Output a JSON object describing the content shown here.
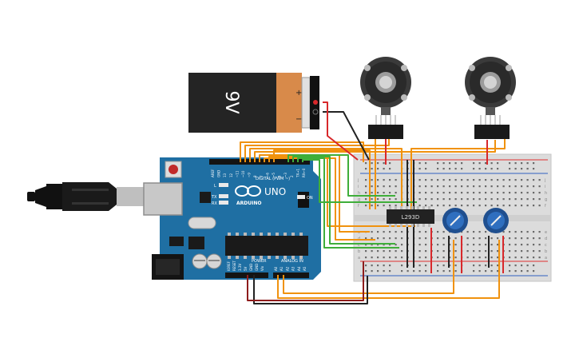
{
  "battery": {
    "label": "9V",
    "plus": "+",
    "minus": "−"
  },
  "arduino": {
    "model": "UNO",
    "brand": "ARDUINO",
    "digital_header": "DIGITAL (PWM ~)",
    "power_header": "POWER",
    "analog_header": "ANALOG IN",
    "led_labels": [
      "L",
      "TX",
      "RX"
    ],
    "on_label": "ON",
    "digital_pins": [
      "AREF",
      "GND",
      "13",
      "12",
      "~11",
      "~10",
      "~9",
      "8",
      "7",
      "~6",
      "~5",
      "4",
      "~3",
      "2",
      "TX→1",
      "RX←0"
    ],
    "power_pins": [
      "IOREF",
      "RESET",
      "3.3V",
      "5V",
      "GND",
      "GND",
      "Vin"
    ],
    "analog_pins": [
      "A0",
      "A1",
      "A2",
      "A3",
      "A4",
      "A5"
    ]
  },
  "driver_chip": {
    "label": "L293D"
  },
  "breadboard": {
    "row_letters_top": [
      "j",
      "i",
      "h",
      "g",
      "f"
    ],
    "row_letters_bottom": [
      "e",
      "d",
      "c",
      "b",
      "a"
    ]
  },
  "colors": {
    "board_blue": "#1f6fa3",
    "wire_orange": "#f0920e",
    "wire_green": "#3fae3a",
    "wire_black": "#222222",
    "wire_red": "#d8282b",
    "wire_dark_red": "#8e1c1c"
  }
}
